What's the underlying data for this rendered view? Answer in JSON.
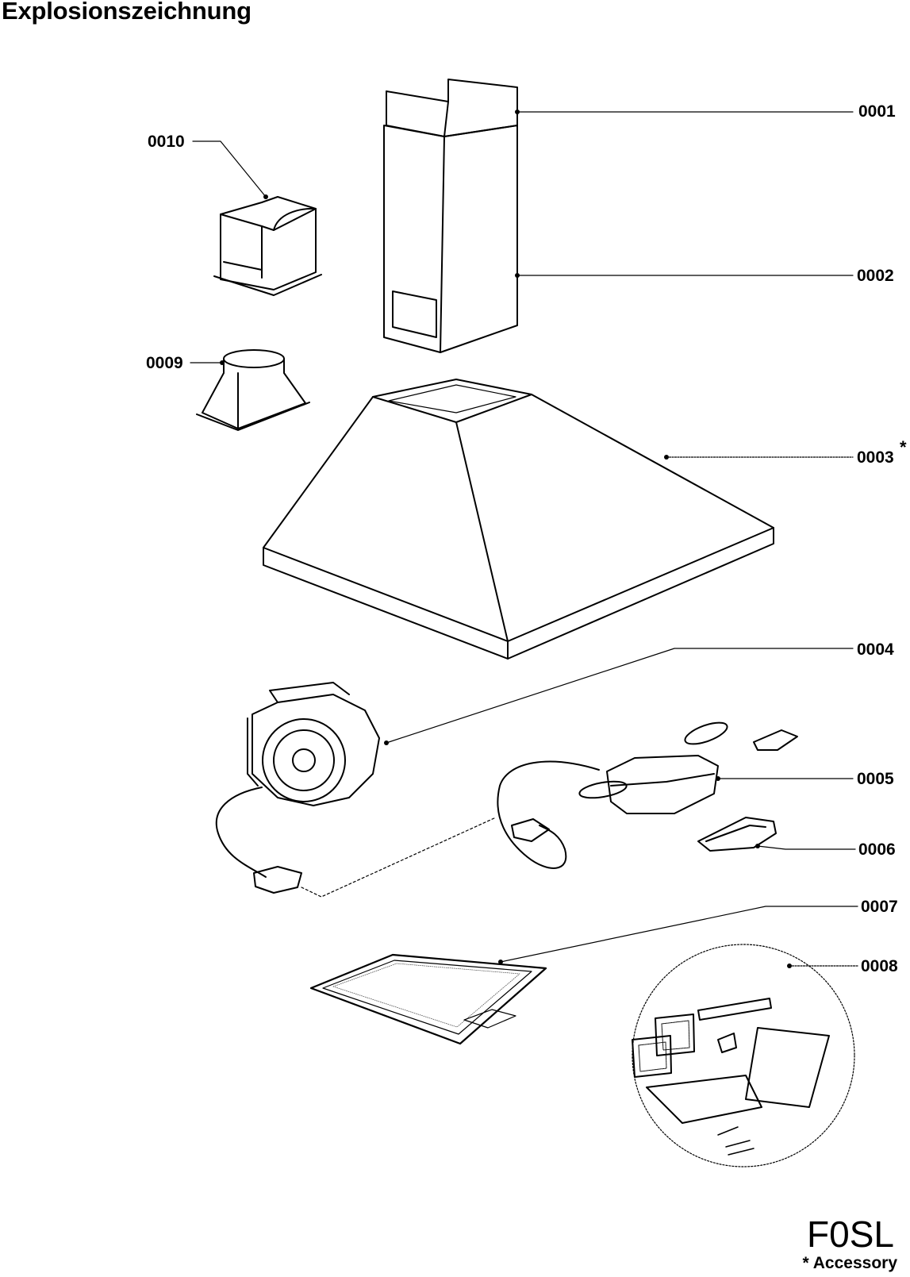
{
  "title": "Explosionszeichnung",
  "parts": {
    "p0001": "0001",
    "p0002": "0002",
    "p0003": "0003",
    "p0004": "0004",
    "p0005": "0005",
    "p0006": "0006",
    "p0007": "0007",
    "p0008": "0008",
    "p0009": "0009",
    "p0010": "0010"
  },
  "accessory_marker": "*",
  "model_code": "F0SL",
  "footnote": "* Accessory"
}
